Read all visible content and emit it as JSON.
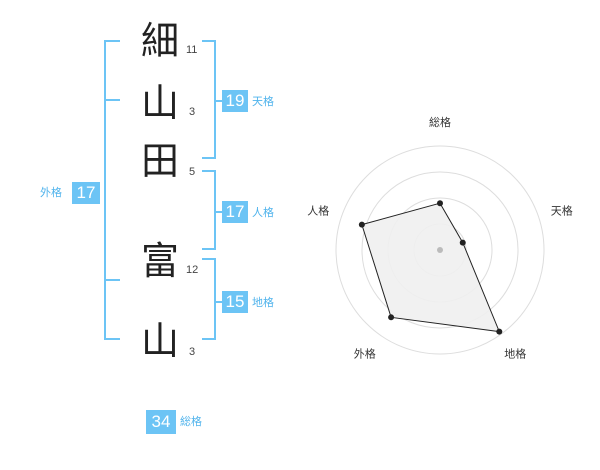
{
  "characters": [
    {
      "char": "細",
      "strokes": "11"
    },
    {
      "char": "山",
      "strokes": "3"
    },
    {
      "char": "田",
      "strokes": "5"
    },
    {
      "char": "富",
      "strokes": "12"
    },
    {
      "char": "山",
      "strokes": "3"
    }
  ],
  "scores": {
    "tenkaku": {
      "value": "19",
      "label": "天格"
    },
    "jinkaku": {
      "value": "17",
      "label": "人格"
    },
    "chikaku": {
      "value": "15",
      "label": "地格"
    },
    "gaikaku": {
      "value": "17",
      "label": "外格"
    },
    "soukaku": {
      "value": "34",
      "label": "総格"
    }
  },
  "chart_data": {
    "type": "radar",
    "axes": [
      "総格",
      "天格",
      "地格",
      "外格",
      "人格"
    ],
    "values": [
      0.45,
      0.23,
      0.97,
      0.8,
      0.79
    ],
    "rings": 4,
    "colors": {
      "fill": "#f0f0f0",
      "line": "#222222",
      "ring": "#dddddd",
      "center": "#bbbbbb"
    }
  }
}
